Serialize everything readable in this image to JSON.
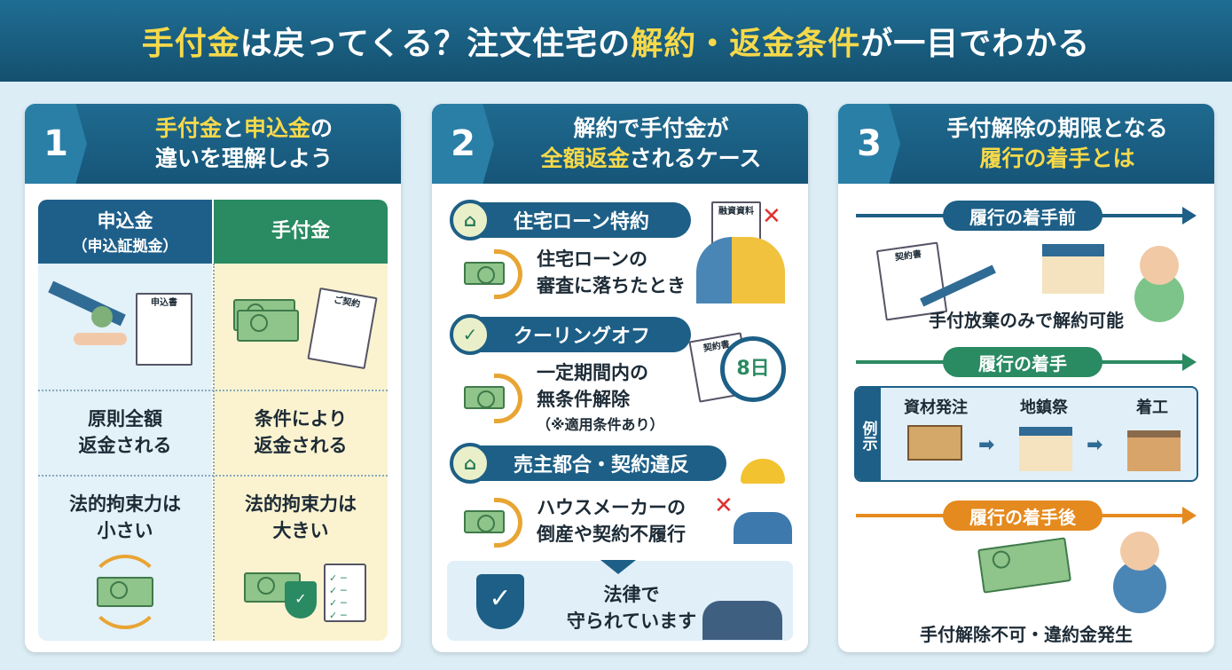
{
  "title": {
    "p1": "手付金",
    "p2": "は戻ってくる？注文住宅の",
    "p3": "解約・返金条件",
    "p4": "が一目でわかる"
  },
  "panel1": {
    "num": "1",
    "title_a": "手付金",
    "title_b": "と",
    "title_c": "申込金",
    "title_d": "の",
    "title_line2": "違いを理解しよう",
    "left": {
      "head1": "申込金",
      "head2": "（申込証拠金）",
      "doc": "申込書",
      "row1a": "原則全額",
      "row1b": "返金される",
      "row2a": "法的拘束力は",
      "row2b": "小さい"
    },
    "right": {
      "head1": "手付金",
      "doc": "ご契約",
      "row1a": "条件により",
      "row1b": "返金される",
      "row2a": "法的拘束力は",
      "row2b": "大きい"
    }
  },
  "panel2": {
    "num": "2",
    "title_line1": "解約で手付金が",
    "title_a": "全額返金",
    "title_b": "されるケース",
    "items": [
      {
        "label": "住宅ローン特約",
        "text1": "住宅ローンの",
        "text2": "審査に落ちたとき",
        "text3": "",
        "doc": "融資資料"
      },
      {
        "label": "クーリングオフ",
        "text1": "一定期間内の",
        "text2": "無条件解除",
        "text3": "（※適用条件あり）",
        "doc": "契約書",
        "badge": "8日"
      },
      {
        "label": "売主都合・契約違反",
        "text1": "ハウスメーカーの",
        "text2": "倒産や契約不履行",
        "text3": ""
      }
    ],
    "bottom1": "法律で",
    "bottom2": "守られています"
  },
  "panel3": {
    "num": "3",
    "title_line1": "手付解除の期限となる",
    "title_line2": "履行の着手とは",
    "before": {
      "label": "履行の着手前",
      "doc": "契約書",
      "caption": "手付放棄のみで解約可能"
    },
    "start": {
      "label": "履行の着手",
      "example": "例示",
      "steps": [
        "資材発注",
        "地鎮祭",
        "着工"
      ]
    },
    "after": {
      "label": "履行の着手後",
      "caption": "手付解除不可・違約金発生"
    }
  },
  "colors": {
    "navy": "#1d5f86",
    "green": "#2a8a62",
    "orange": "#e58a1f",
    "yellow": "#f6d94a"
  }
}
